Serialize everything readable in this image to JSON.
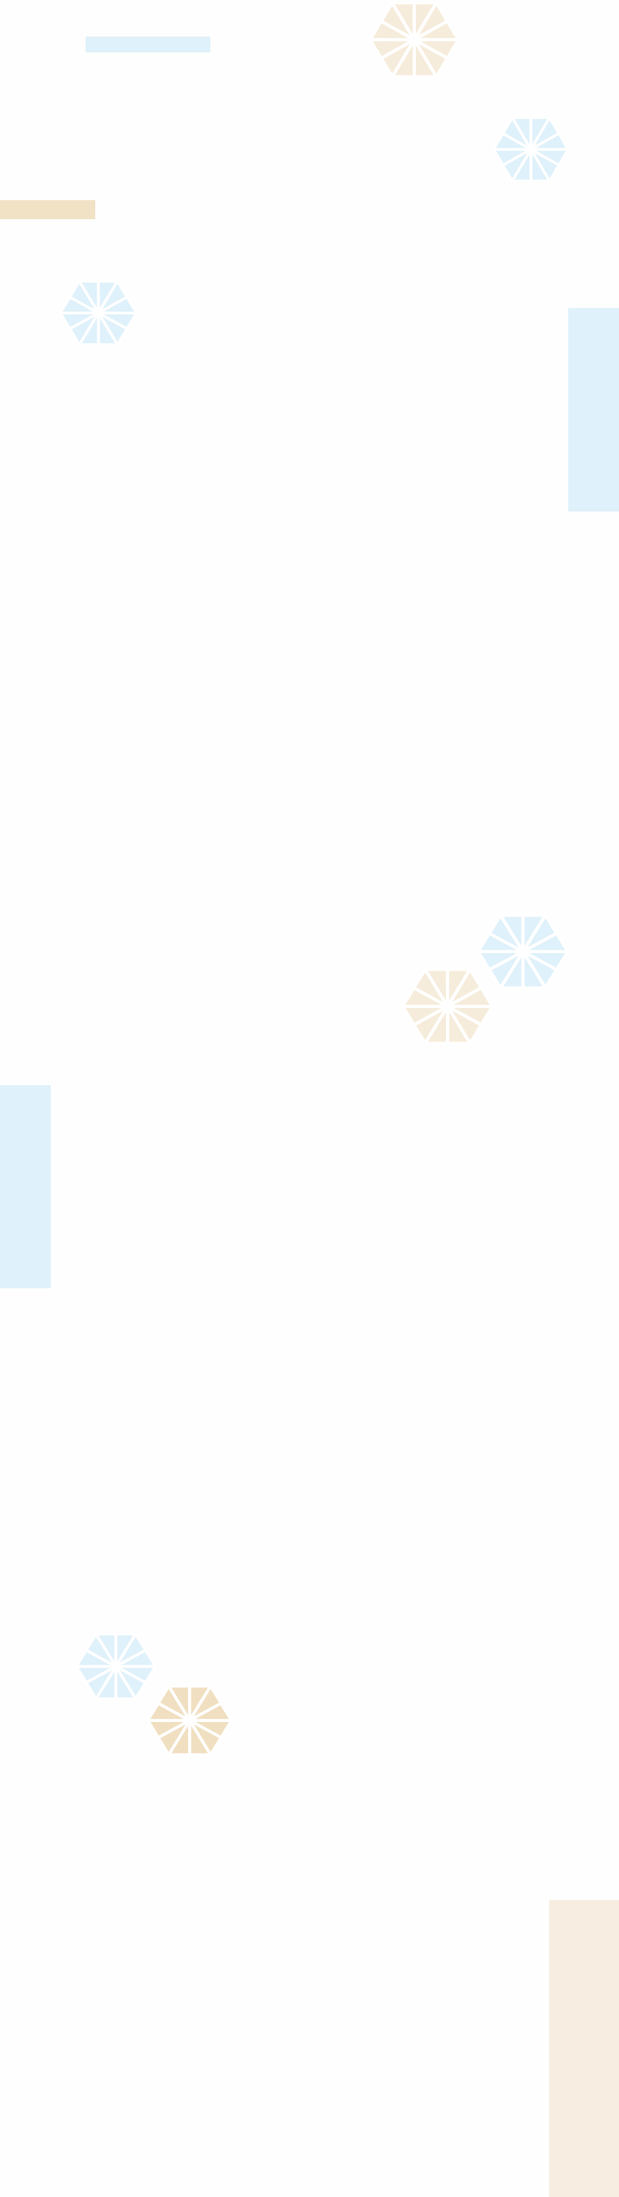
{
  "colors": {
    "background": "#fefefe",
    "light_blue": "#dff1fa",
    "tan": "#f1e2c6",
    "cream": "#f7eee1",
    "hex_cream": "#f6ecdb",
    "hex_tan": "#f0dfc0",
    "hex_gap": "#ffffff"
  },
  "decorations": {
    "bars": [
      {
        "name": "top-blue-strip",
        "color": "light_blue"
      },
      {
        "name": "left-tan-strip",
        "color": "tan"
      },
      {
        "name": "right-blue-panel",
        "color": "light_blue"
      },
      {
        "name": "left-blue-panel",
        "color": "light_blue"
      },
      {
        "name": "bottom-right-cream-panel",
        "color": "cream"
      }
    ],
    "snowflakes": [
      {
        "name": "snowflake-hex-top-center",
        "color": "hex_cream"
      },
      {
        "name": "snowflake-hex-top-right",
        "color": "light_blue"
      },
      {
        "name": "snowflake-hex-left",
        "color": "light_blue"
      },
      {
        "name": "snowflake-hex-mid-right-blue",
        "color": "light_blue"
      },
      {
        "name": "snowflake-hex-mid-right-cream",
        "color": "hex_cream"
      },
      {
        "name": "snowflake-hex-bottom-left-blue",
        "color": "light_blue"
      },
      {
        "name": "snowflake-hex-bottom-left-tan",
        "color": "hex_tan"
      }
    ]
  }
}
